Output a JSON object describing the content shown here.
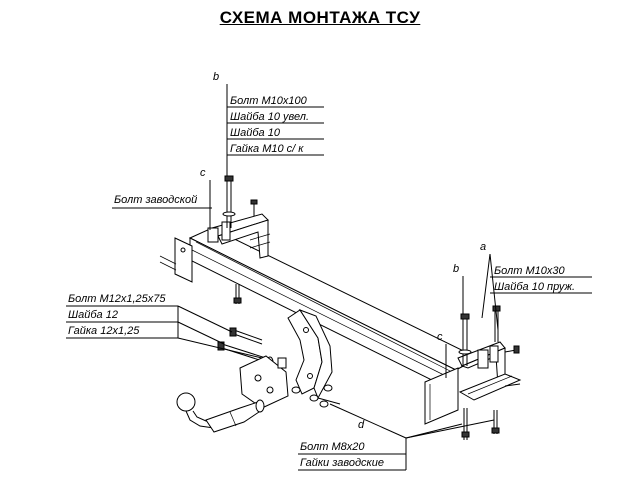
{
  "title": "СХЕМА МОНТАЖА ТСУ",
  "groups": {
    "b_top": {
      "letter": "b",
      "items": [
        "Болт М10х100",
        "Шайба 10 увел.",
        "Шайба 10",
        "Гайка М10 с/ к"
      ]
    },
    "c_left": {
      "letter": "c",
      "items": [
        "Болт заводской"
      ]
    },
    "a_right": {
      "letter": "a",
      "items": [
        "Болт М10х30",
        "Шайба 10 пруж."
      ]
    },
    "b_right": {
      "letter": "b"
    },
    "c_right": {
      "letter": "c"
    },
    "left_bolts": {
      "items": [
        "Болт М12х1,25х75",
        "Шайба 12",
        "Гайка 12х1,25"
      ]
    },
    "d_bottom": {
      "letter": "d",
      "items": [
        "Болт М8х20",
        "Гайки заводские"
      ]
    }
  }
}
